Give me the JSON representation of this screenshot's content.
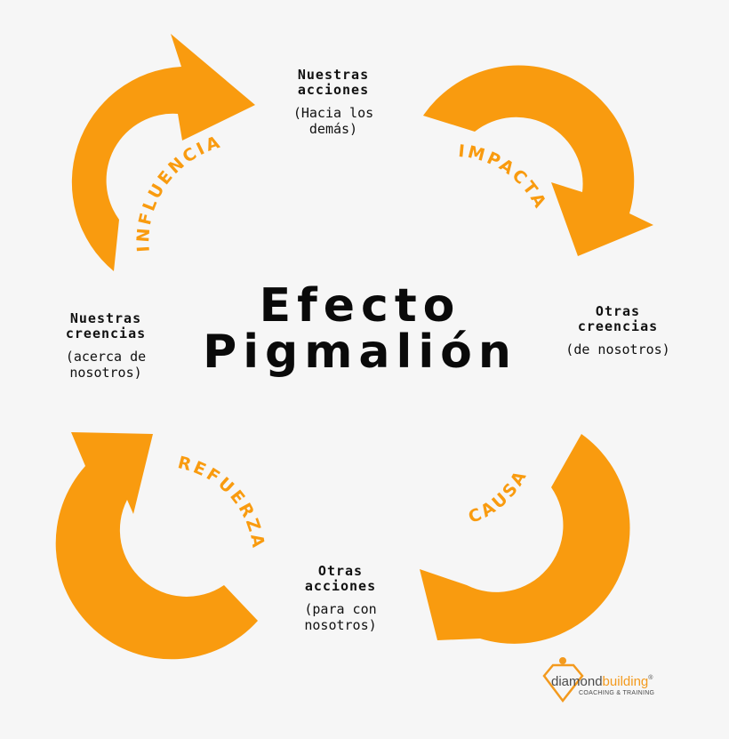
{
  "title": {
    "line1": "Efecto",
    "line2": "Pigmalión"
  },
  "nodes": {
    "top": {
      "title_line1": "Nuestras",
      "title_line2": "acciones",
      "sub_line1": "(Hacia los",
      "sub_line2": "demás)"
    },
    "right": {
      "title_line1": "Otras",
      "title_line2": "creencias",
      "sub_line1": "(de nosotros)"
    },
    "bottom": {
      "title_line1": "Otras",
      "title_line2": "acciones",
      "sub_line1": "(para con",
      "sub_line2": "nosotros)"
    },
    "left": {
      "title_line1": "Nuestras",
      "title_line2": "creencias",
      "sub_line1": "(acerca de",
      "sub_line2": "nosotros)"
    }
  },
  "arrows": {
    "top_left": "INFLUENCIA",
    "top_right": "IMPACTA",
    "bottom_right": "CAUSA",
    "bottom_left": "REFUERZA"
  },
  "logo": {
    "word_a": "diamond",
    "word_b": "building",
    "registered": "®",
    "tagline": "COACHING & TRAINING"
  },
  "colors": {
    "arrow": "#f99b0f",
    "arrow_label": "#f99b0f",
    "text": "#111111",
    "logo_dark": "#4a4a4a",
    "logo_accent": "#f39a1e"
  }
}
